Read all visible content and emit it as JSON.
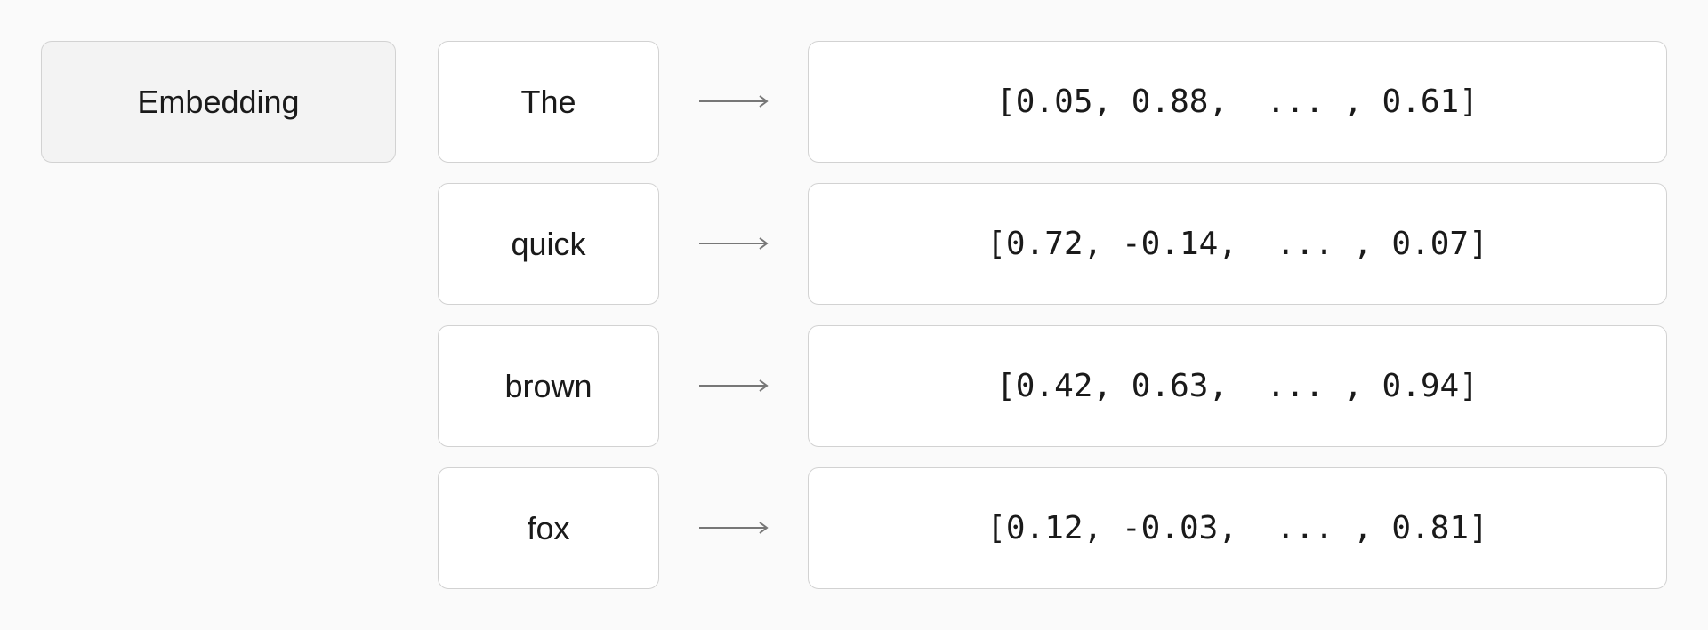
{
  "diagram": {
    "label": "Embedding",
    "rows": [
      {
        "token": "The",
        "vector": "[0.05, 0.88,  ... , 0.61]"
      },
      {
        "token": "quick",
        "vector": "[0.72, -0.14,  ... , 0.07]"
      },
      {
        "token": "brown",
        "vector": "[0.42, 0.63,  ... , 0.94]"
      },
      {
        "token": "fox",
        "vector": "[0.12, -0.03,  ... , 0.81]"
      }
    ],
    "colors": {
      "background": "#fafafa",
      "box_border": "#d2d2d2",
      "label_fill": "#f3f3f3",
      "arrow": "#777777"
    }
  }
}
